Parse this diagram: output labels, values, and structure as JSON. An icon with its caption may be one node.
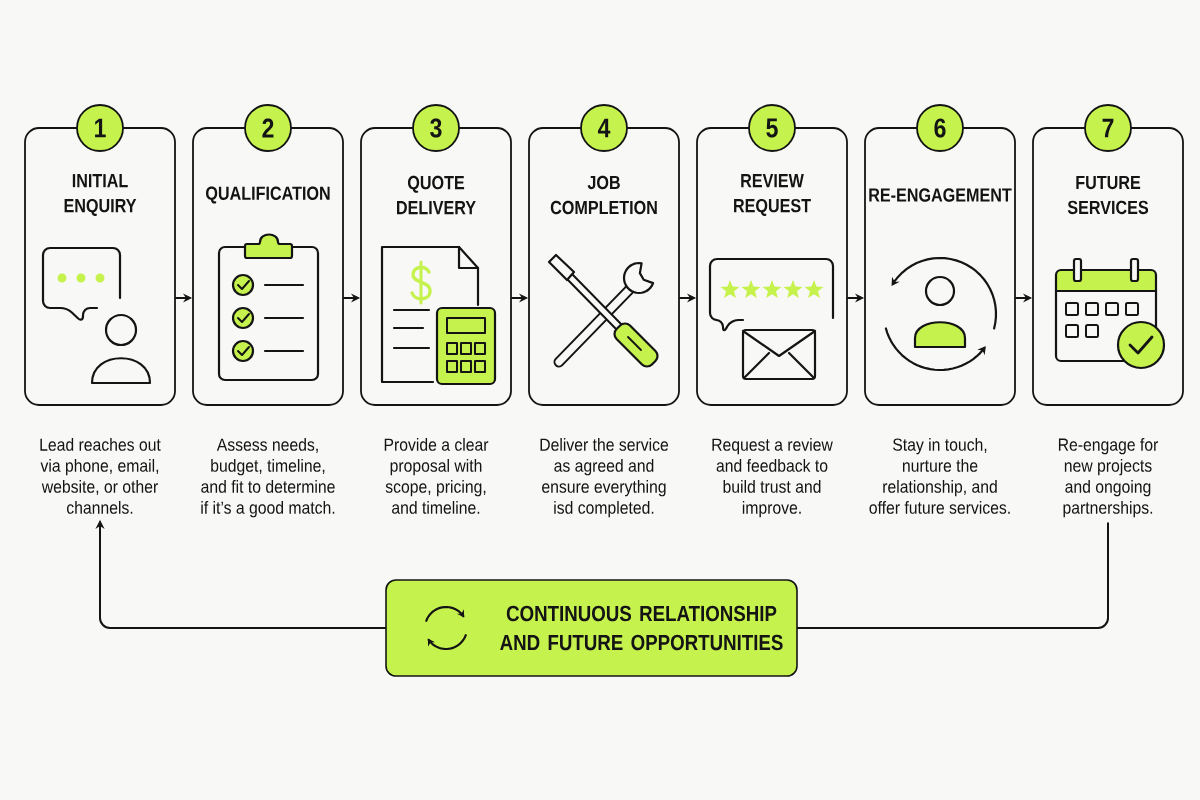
{
  "diagram": {
    "nodes": [
      {
        "text": [
          "1"
        ]
      },
      {
        "text": [
          "INITIAL ENQUIRY"
        ]
      },
      {
        "text": [
          "Lead reaches out via phone, email, website, or other channels."
        ]
      },
      {
        "text": [
          "2"
        ]
      },
      {
        "text": [
          "QUALIFICATION"
        ]
      },
      {
        "text": [
          "Assess needs, budget, timeline, and fit to determine if it’s a good match."
        ]
      },
      {
        "text": [
          "3"
        ]
      },
      {
        "text": [
          "QUOTE DELIVERY"
        ]
      },
      {
        "text": [
          "Provide a clear proposal with scope, pricing, and timeline."
        ]
      },
      {
        "text": [
          "4"
        ]
      },
      {
        "text": [
          "JOB COMPLETION"
        ]
      },
      {
        "text": [
          "Deliver the service as agreed and ensure everything isd completed."
        ]
      },
      {
        "text": [
          "5"
        ]
      },
      {
        "text": [
          "REVIEW REQUEST"
        ]
      },
      {
        "text": [
          "Request a review and feedback to build trust and improve."
        ]
      },
      {
        "text": [
          "6"
        ]
      },
      {
        "text": [
          "RE-ENGAGEMENT"
        ]
      },
      {
        "text": [
          "Stay in touch, nurture the relationship, and offer future services."
        ]
      },
      {
        "text": [
          "7"
        ]
      },
      {
        "text": [
          "FUTURE SERVICES"
        ]
      },
      {
        "text": [
          "Re-engage for new projects and ongoing partnerships."
        ]
      },
      {
        "text": [
          "CONTINUOUS RELATIONSHIP AND FUTURE OPPORTUNITIES"
        ]
      }
    ],
    "edges": [
      {
        "from": 1,
        "to": 4,
        "arrow": "to"
      },
      {
        "from": 4,
        "to": 7,
        "arrow": "to"
      },
      {
        "from": 7,
        "to": 10,
        "arrow": "to"
      },
      {
        "from": 10,
        "to": 13,
        "arrow": "to"
      },
      {
        "from": 13,
        "to": 16,
        "arrow": "to"
      },
      {
        "from": 16,
        "to": 19,
        "arrow": "to"
      },
      {
        "from": 20,
        "to": 21,
        "arrow": "none"
      },
      {
        "from": 21,
        "to": 2,
        "arrow": "to"
      }
    ]
  }
}
